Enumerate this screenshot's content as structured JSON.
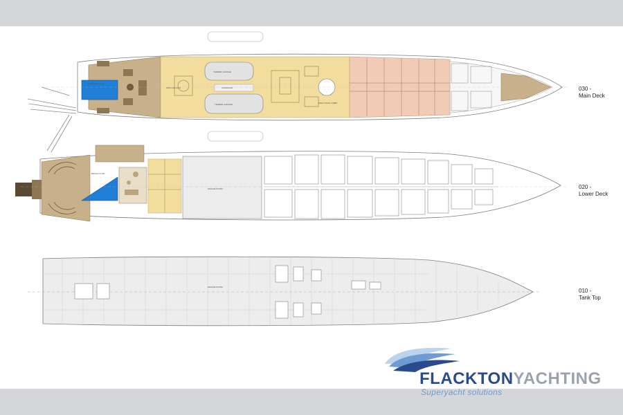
{
  "decks": [
    {
      "number": "030 -",
      "name": "Main Deck"
    },
    {
      "number": "020 -",
      "name": "Lower Deck"
    },
    {
      "number": "010 -",
      "name": "Tank Top"
    }
  ],
  "brand": {
    "word1": "FLACKTON",
    "word2": "YACHTING",
    "tagline": "Superyacht solutions"
  },
  "room_labels": {
    "pool": "SWIMMING POOL",
    "engine_room_lower": "ENGINE ROOM",
    "engine_room_tank": "ENGINE ROOM",
    "main_stair": "MAIN STAIR LOBBY",
    "sundeck_lounge": "MAIN SALOON",
    "corridor": "CORRIDOR",
    "beach_club": "BEACH CLUB",
    "tender_garage_1": "TENDER GARAGE",
    "tender_garage_2": "TENDER GARAGE"
  },
  "colors": {
    "teak": "#c8b08a",
    "saloon": "#f3dd9e",
    "guest_cabins": "#f2cbb6",
    "pool": "#1f7fd6",
    "hull_line": "#7d7d7d",
    "brand_blue": "#2b4a8c",
    "brand_grey": "#9aa2ad",
    "tagline_blue": "#6d9bd2"
  }
}
